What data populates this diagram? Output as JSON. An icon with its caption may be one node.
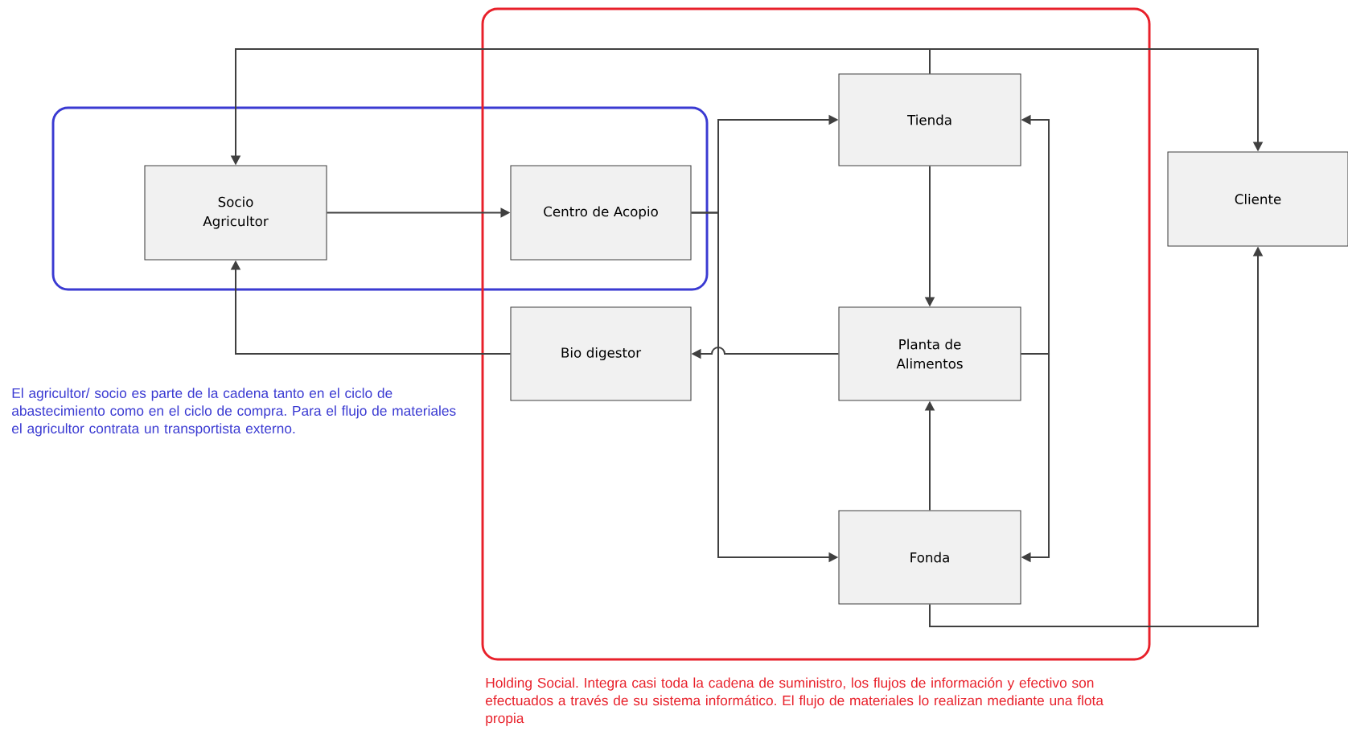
{
  "diagram": {
    "nodes": [
      {
        "text": [],
        "shape": "box"
      },
      {
        "text": [
          "Socio Agricultor"
        ],
        "in": 0
      },
      {
        "text": [
          "Holding Social. Integra casi toda la cadena de suministro, los flujos de información y efectivo son efectuados a través de su sistema informático. El flujo de materiales lo realizan mediante una flota propia"
        ]
      },
      {
        "text": [
          "Centro de Acopio"
        ]
      },
      {
        "text": [
          "Tienda"
        ],
        "in": 2
      },
      {
        "text": [
          "Bio digestor"
        ],
        "in": 2
      },
      {
        "text": [
          "Planta de Alimentos"
        ],
        "in": 2
      },
      {
        "text": [
          "Fonda"
        ],
        "in": 2
      },
      {
        "text": [
          "Cliente"
        ]
      }
    ],
    "edges": [
      {
        "from": 1,
        "to": 3,
        "arrow": "to"
      },
      {
        "from": 3,
        "to": 4,
        "arrow": "to"
      },
      {
        "from": 3,
        "to": 7,
        "arrow": "to"
      },
      {
        "from": 4,
        "to": 6,
        "arrow": "to"
      },
      {
        "from": 7,
        "to": 6,
        "arrow": "to"
      },
      {
        "from": 6,
        "to": 4,
        "arrow": "to"
      },
      {
        "from": 6,
        "to": 7,
        "arrow": "to"
      },
      {
        "from": 6,
        "to": 5,
        "arrow": "to"
      },
      {
        "from": 5,
        "to": 1,
        "arrow": "to"
      },
      {
        "from": 4,
        "to": 1,
        "arrow": "to"
      },
      {
        "from": 4,
        "to": 8,
        "arrow": "to"
      },
      {
        "from": 7,
        "to": 8,
        "arrow": "to"
      }
    ],
    "labels": [
      "El agricultor/ socio es parte de la cadena tanto en el ciclo de abastecimiento como en el ciclo de compra. Para el flujo de materiales el agricultor contrata un transportista externo."
    ]
  }
}
